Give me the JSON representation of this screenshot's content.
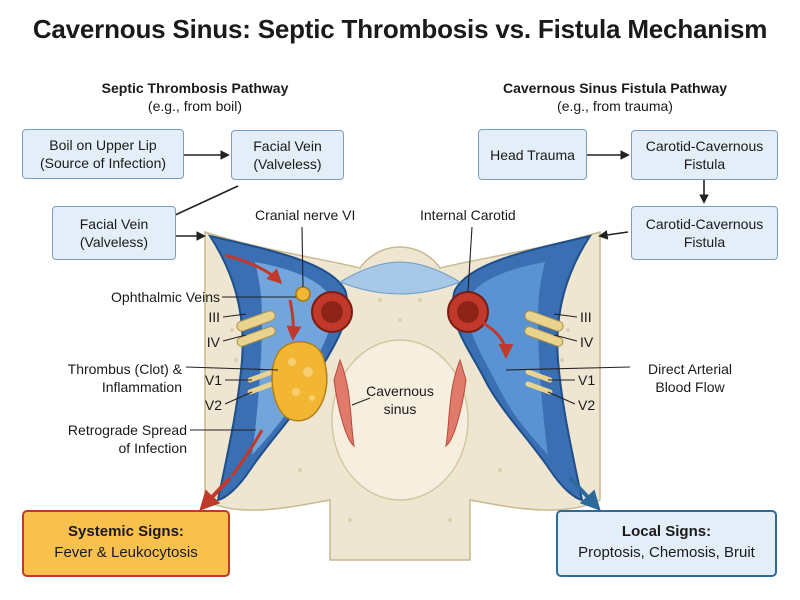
{
  "title": "Cavernous Sinus: Septic Thrombosis vs. Fistula Mechanism",
  "left": {
    "heading": "Septic Thrombosis Pathway",
    "subheading": "(e.g., from boil)",
    "box1": [
      "Boil on Upper Lip",
      "(Source of Infection)"
    ],
    "box2": [
      "Facial Vein",
      "(Valveless)"
    ],
    "box3": [
      "Facial Vein",
      "(Valveless)"
    ]
  },
  "right": {
    "heading": "Cavernous Sinus Fistula Pathway",
    "subheading": "(e.g., from trauma)",
    "box1": [
      "Head Trauma"
    ],
    "box2": [
      "Carotid-Cavernous",
      "Fistula"
    ],
    "box3": [
      "Carotid-Cavernous",
      "Fistula"
    ]
  },
  "labels": {
    "cranial_nerve_vi": "Cranial nerve VI",
    "internal_carotid": "Internal Carotid",
    "ophthalmic_veins": "Ophthalmic Veins",
    "left_iii": "III",
    "left_iv": "IV",
    "thrombus": [
      "Thrombus (Clot) &",
      "Inflammation"
    ],
    "left_v1": "V1",
    "left_v2": "V2",
    "retrograde": [
      "Retrograde Spread",
      "of Infection"
    ],
    "cavernous_sinus": [
      "Cavernous",
      "sinus"
    ],
    "right_iii": "III",
    "right_iv": "IV",
    "direct_flow": [
      "Direct Arterial",
      "Blood Flow"
    ],
    "right_v1": "V1",
    "right_v2": "V2"
  },
  "signs": {
    "systemic": {
      "heading": "Systemic Signs:",
      "text": "Fever & Leukocytosis"
    },
    "local": {
      "heading": "Local Signs:",
      "text": "Proptosis, Chemosis, Bruit"
    }
  },
  "colors": {
    "box_fill": "#e4eef8",
    "box_border": "#7a9ec2",
    "sinus_blue": "#3a6fb3",
    "artery_red": "#c0392b",
    "thrombus_yellow": "#f2b632",
    "bone": "#efe6d2",
    "systemic_fill": "#f8c14e",
    "local_border": "#2c6a9c"
  }
}
